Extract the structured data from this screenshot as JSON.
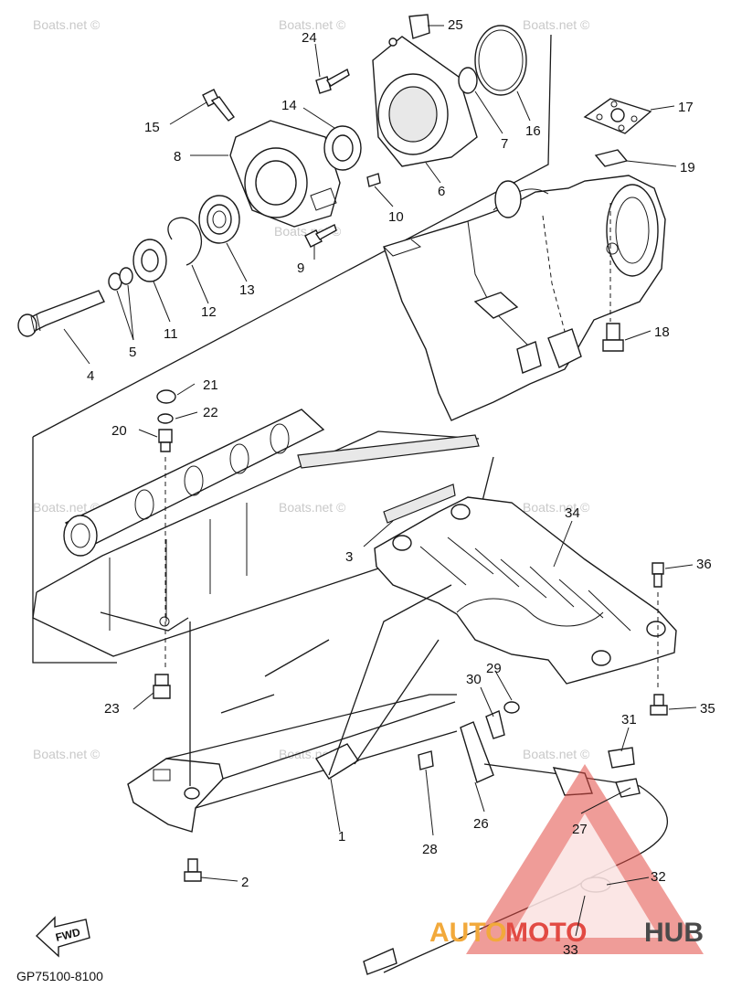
{
  "diagram_code": "GP75100-8100",
  "watermark": "Boats.net ©",
  "fwd_label": "FWD",
  "brand": {
    "part1": "AUTO",
    "part2": "MOTO",
    "part3": "HUB",
    "color1": "#f2a93b",
    "color2": "#e24a43",
    "color3": "#4a4a4a"
  },
  "parts": [
    "1",
    "2",
    "3",
    "4",
    "5",
    "6",
    "7",
    "8",
    "9",
    "10",
    "11",
    "12",
    "13",
    "14",
    "15",
    "16",
    "17",
    "18",
    "19",
    "20",
    "21",
    "22",
    "23",
    "24",
    "25",
    "26",
    "27",
    "28",
    "29",
    "30",
    "31",
    "32",
    "33",
    "34",
    "35",
    "36"
  ]
}
